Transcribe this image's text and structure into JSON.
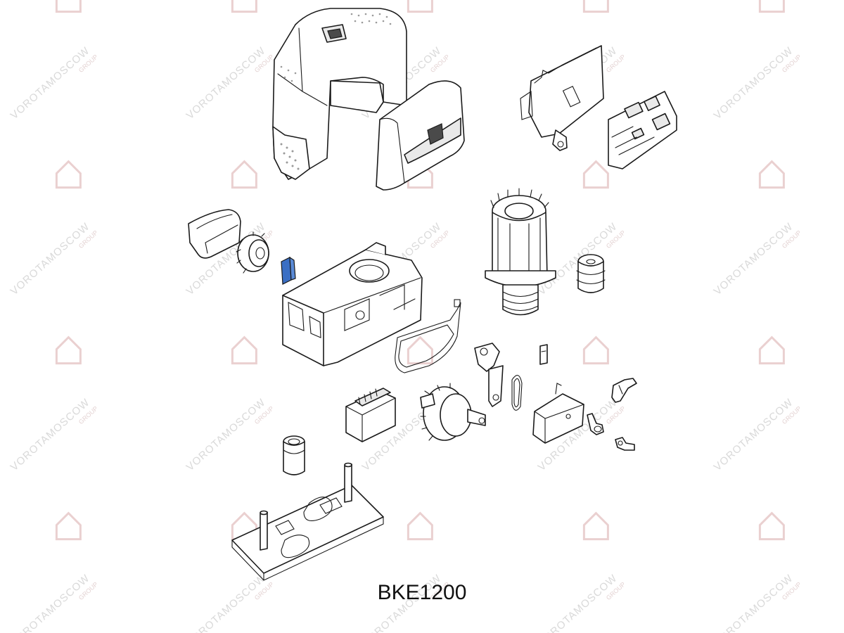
{
  "model": {
    "name": "BKE1200"
  },
  "watermark": {
    "text": "VOROTAMOSCOW",
    "subtext": "GROUP"
  },
  "parts": [
    {
      "id": "main-cover"
    },
    {
      "id": "front-cover"
    },
    {
      "id": "mounting-bracket-plate"
    },
    {
      "id": "control-board"
    },
    {
      "id": "pinion-guard"
    },
    {
      "id": "pinion-gear"
    },
    {
      "id": "limit-clip",
      "color": "#3b6fc4"
    },
    {
      "id": "gearbox-housing"
    },
    {
      "id": "motor-stator"
    },
    {
      "id": "worm-bushing"
    },
    {
      "id": "housing-gasket"
    },
    {
      "id": "release-lever"
    },
    {
      "id": "small-key"
    },
    {
      "id": "drive-belt"
    },
    {
      "id": "transformer"
    },
    {
      "id": "output-shaft-gear"
    },
    {
      "id": "release-cover"
    },
    {
      "id": "release-knob"
    },
    {
      "id": "lock-cylinder"
    },
    {
      "id": "key"
    },
    {
      "id": "spacer-sleeve"
    },
    {
      "id": "base-plate"
    }
  ],
  "colors": {
    "line": "#1a1a1a",
    "accent": "#3b6fc4",
    "watermark": "#d9d9d9"
  }
}
